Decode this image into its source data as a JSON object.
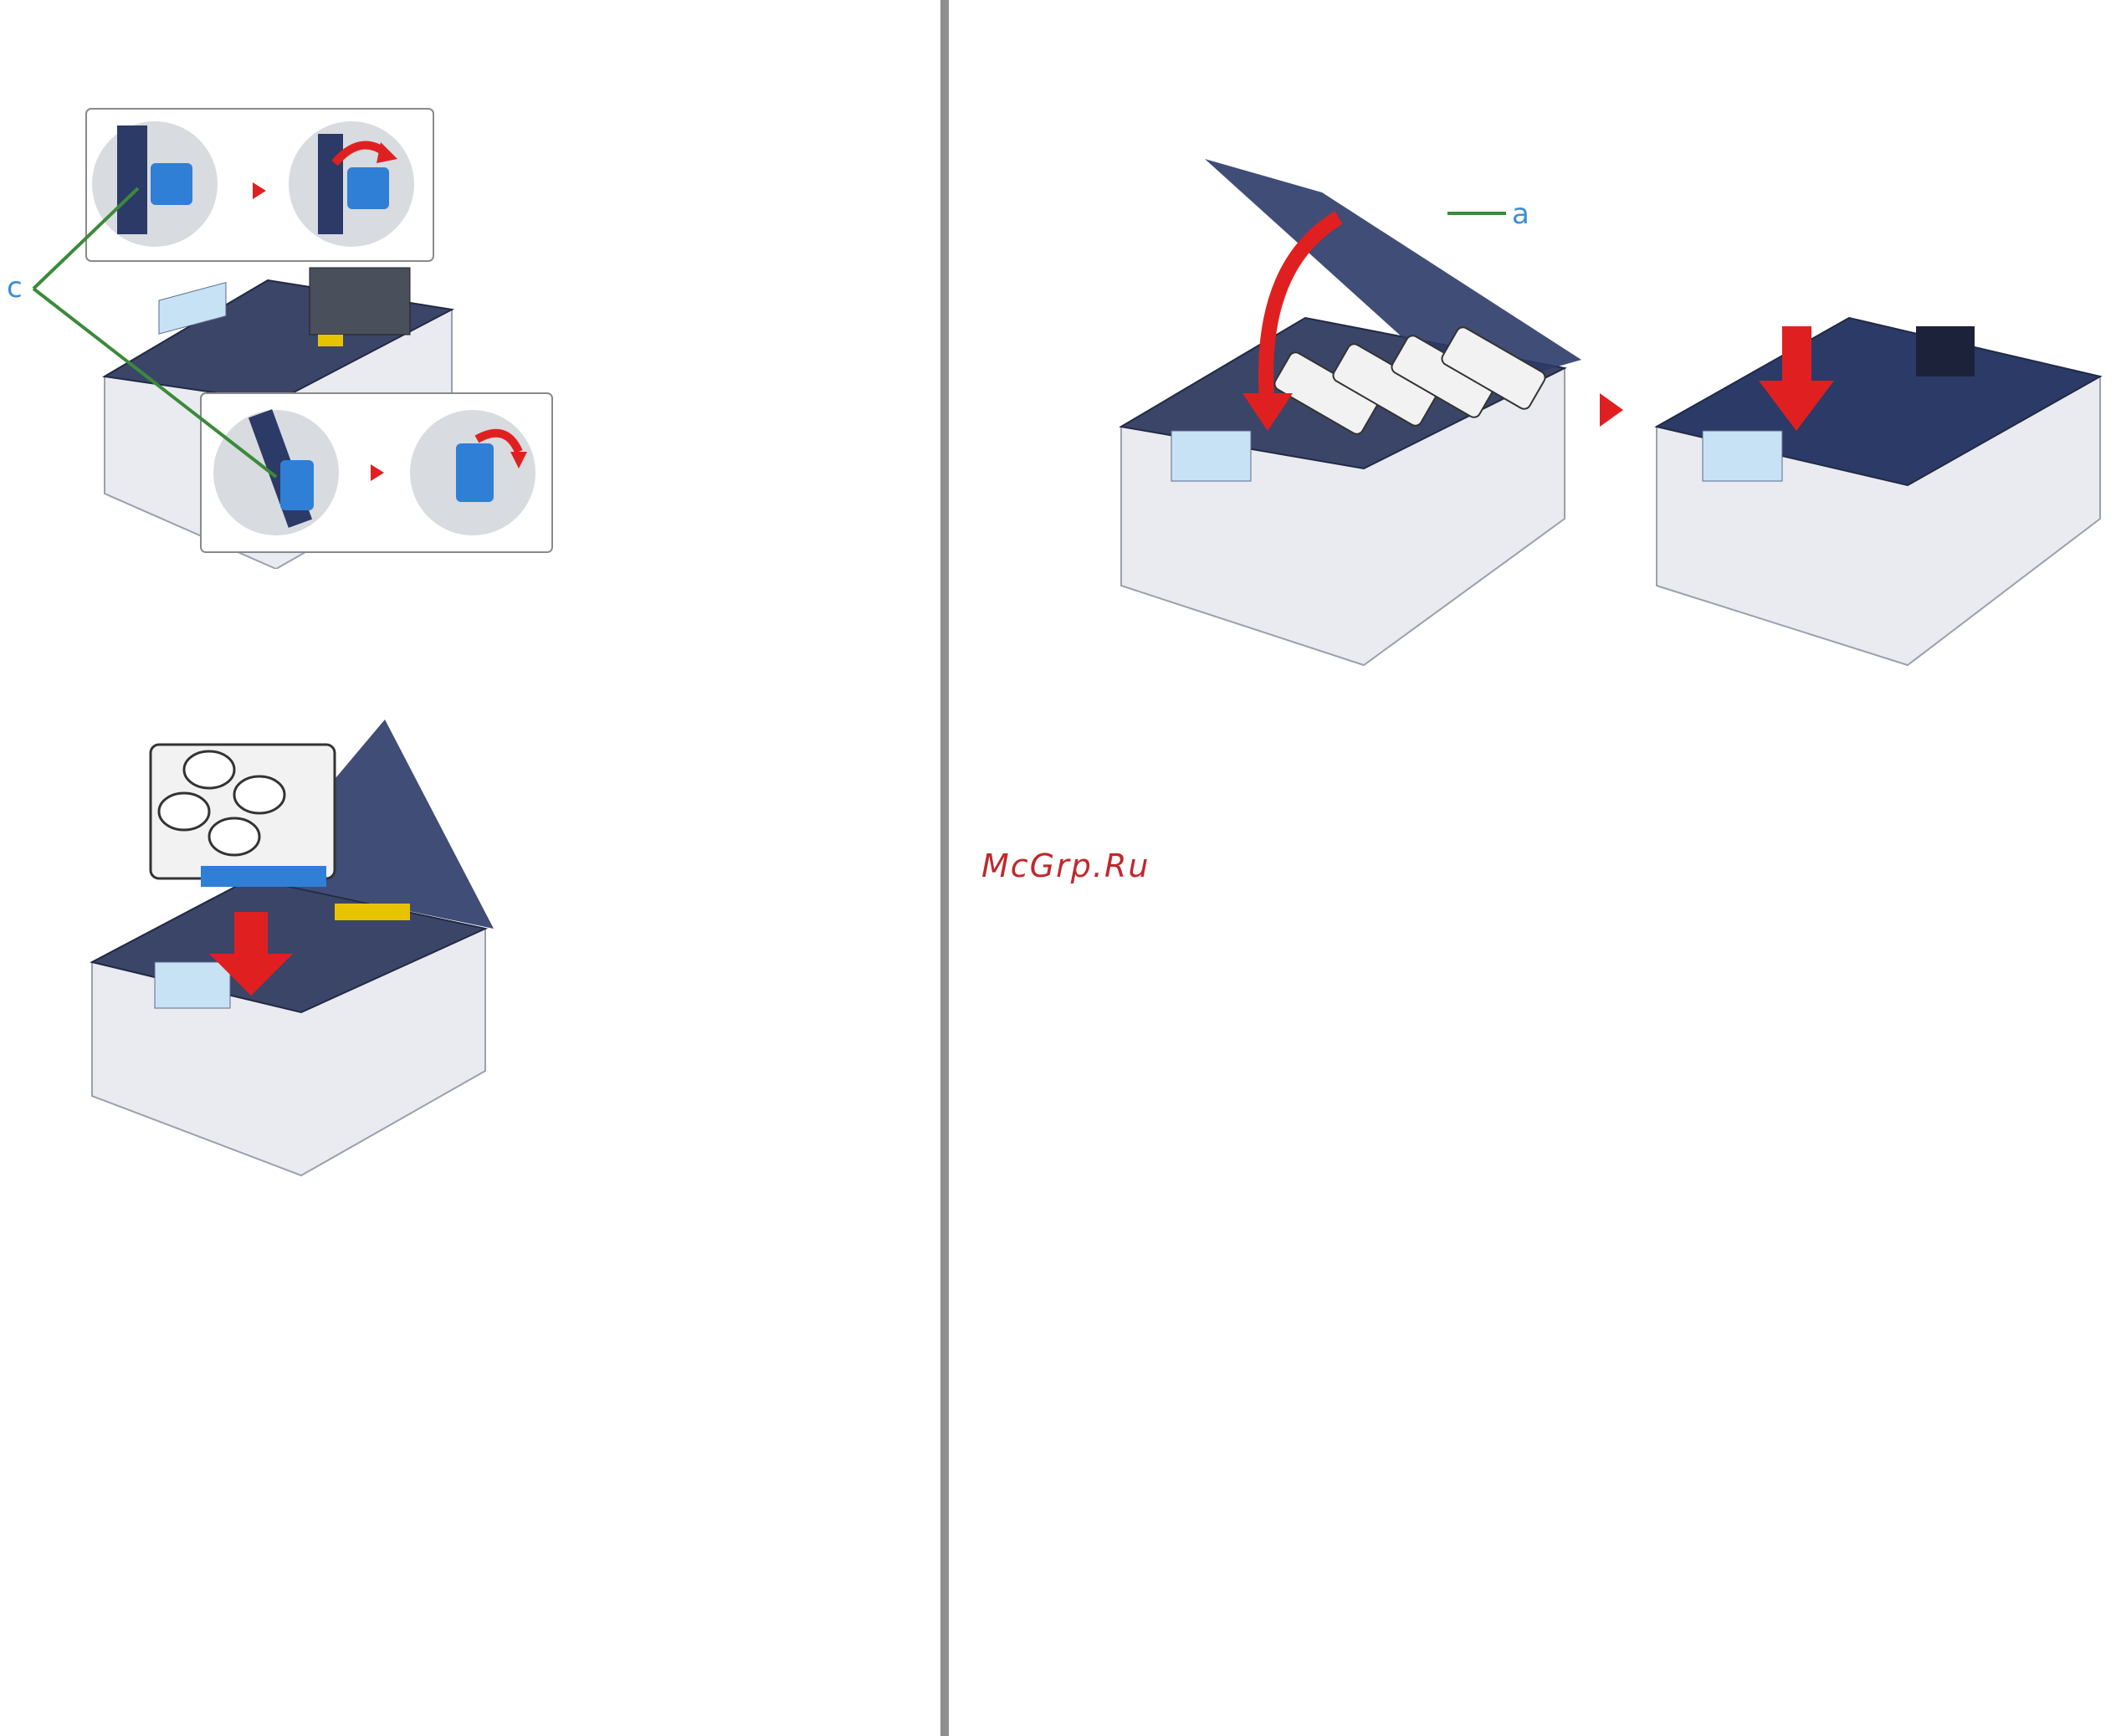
{
  "labels": {
    "c": "c",
    "a": "a"
  },
  "watermark": "McGrp.Ru",
  "colors": {
    "divider": "#8f8f8f",
    "arrow_red": "#e02020",
    "callout_blue": "#3a8fd0",
    "leader_green": "#3a8a3a",
    "printer_navy": "#2b3a67",
    "lever_blue": "#2f7fd6",
    "watermark": "#c0282d"
  },
  "icons": [
    "printer-open-illustration",
    "lever-closeup",
    "drum-cartridge-set",
    "down-arrow",
    "step-arrow"
  ]
}
